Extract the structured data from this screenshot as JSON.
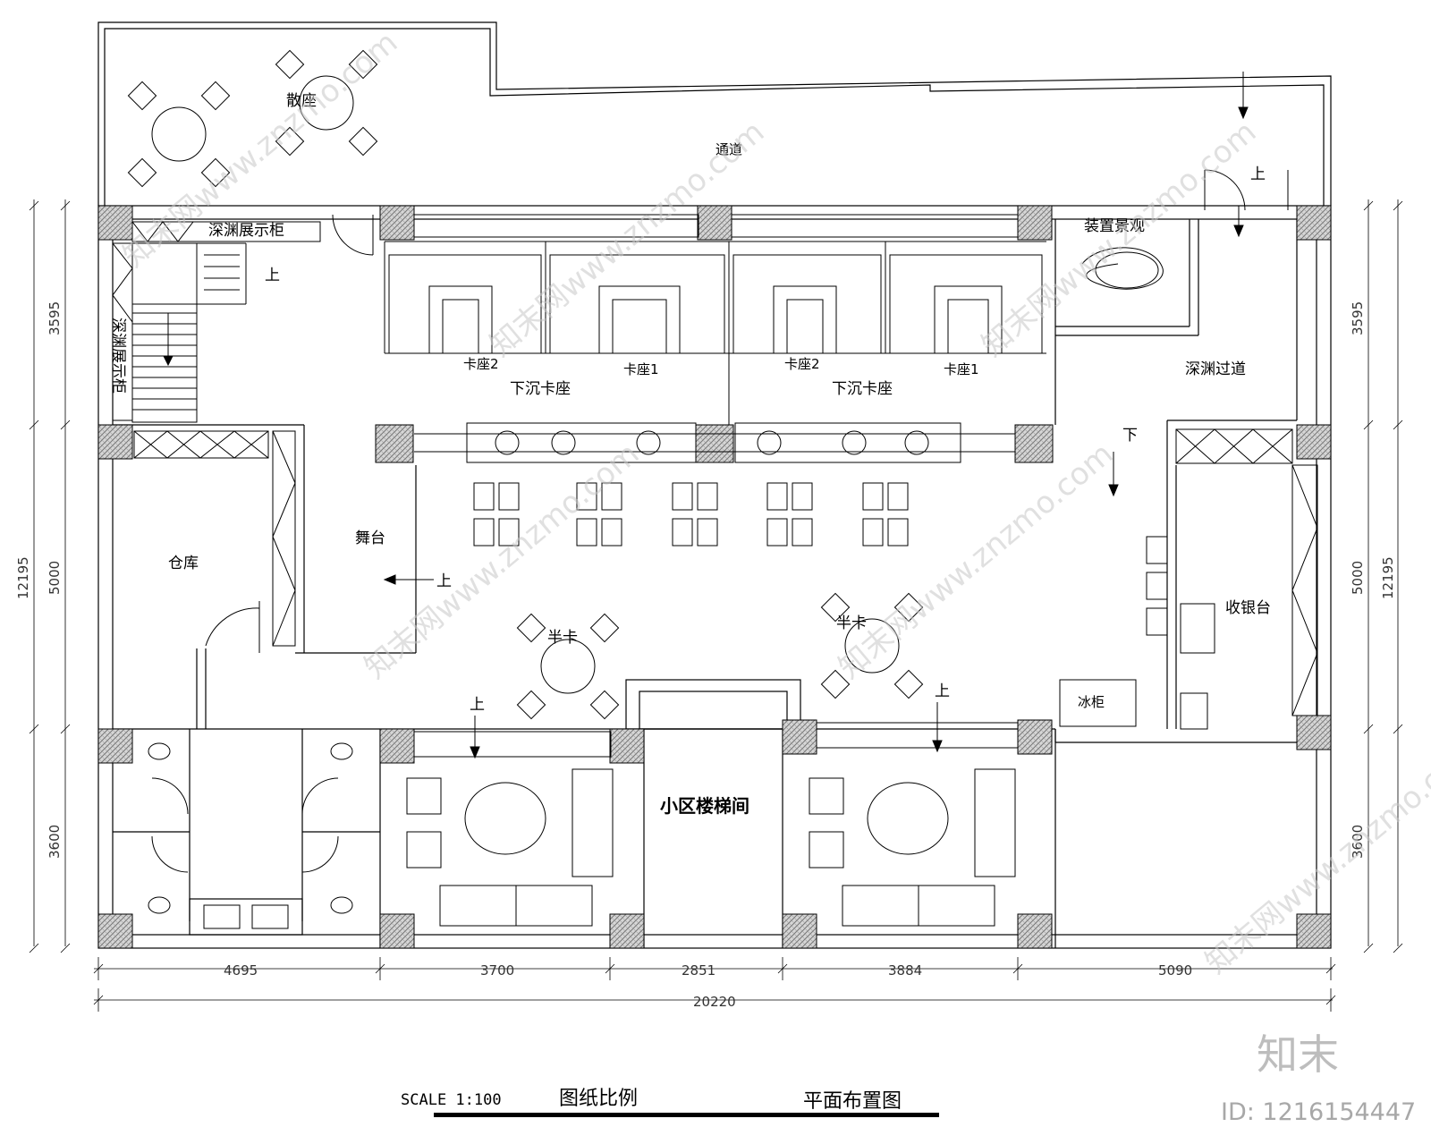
{
  "rooms": {
    "loose_seats": "散座",
    "corridor": "通道",
    "abyss_cabinet_top": "深渊展示柜",
    "abyss_cabinet_side": "深渊展示柜",
    "up_stairs_left": "上",
    "installation": "装置景观",
    "booth2_a": "卡座2",
    "booth1_a": "卡座1",
    "booth2_b": "卡座2",
    "booth1_b": "卡座1",
    "sunken_booth_a": "下沉卡座",
    "sunken_booth_b": "下沉卡座",
    "abyss_passage": "深渊过道",
    "entrance_up": "上",
    "down_label": "下",
    "stage": "舞台",
    "stage_up": "上",
    "warehouse": "仓库",
    "cashier": "收银台",
    "half_booth_a": "半卡",
    "half_booth_b": "半卡",
    "up_a": "上",
    "up_b": "上",
    "stairwell": "小区楼梯间",
    "freezer": "冰柜"
  },
  "dimensions": {
    "bottom": [
      "4695",
      "3700",
      "2851",
      "3884",
      "5090"
    ],
    "total": "20220",
    "left": [
      "3595",
      "5000",
      "3600"
    ],
    "left_total": "12195",
    "right": [
      "3595",
      "5000",
      "3600"
    ],
    "right_total": "12195"
  },
  "footer": {
    "scale": "SCALE 1:100",
    "scale_cn": "图纸比例",
    "title": "平面布置图"
  },
  "watermark": {
    "brand": "知末",
    "id": "ID: 1216154447",
    "site": "知末网www.znzmo.com"
  }
}
